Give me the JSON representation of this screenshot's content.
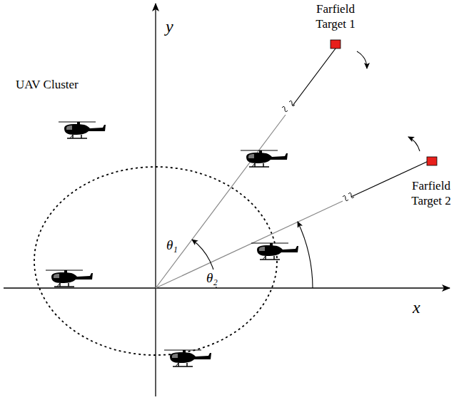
{
  "diagram": {
    "labels": [
      "y",
      "x",
      "UAV Cluster",
      "Farfield Target 1",
      "Farfield Target 2",
      "θ₁",
      "θ₂"
    ]
  }
}
